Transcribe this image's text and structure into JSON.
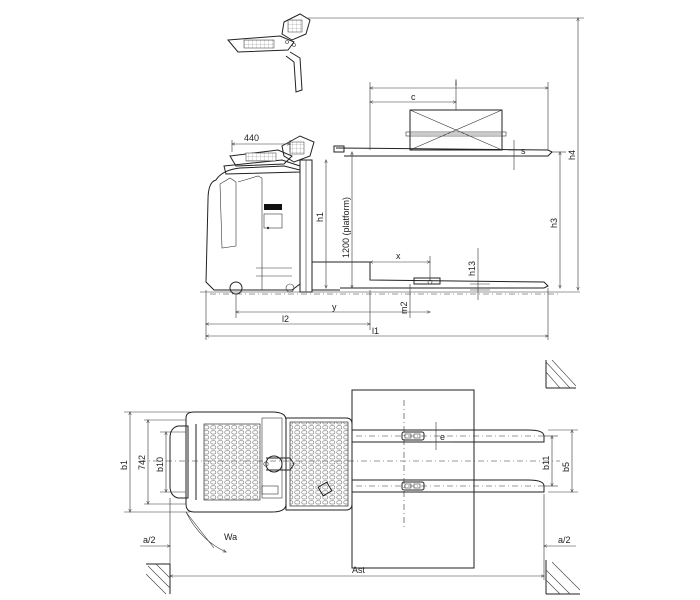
{
  "labels": {
    "dim_440": "440",
    "dim_c": "c",
    "dim_l": "l",
    "dim_s": "s",
    "dim_h4": "h4",
    "dim_h3": "h3",
    "dim_h1": "h1",
    "dim_platform": "1200 (platform)",
    "dim_x": "x",
    "dim_h13": "h13",
    "dim_m2": "m2",
    "dim_y": "y",
    "dim_l2": "l2",
    "dim_l1": "l1",
    "dim_b1": "b1",
    "dim_742": "742",
    "dim_b10": "b10",
    "dim_e": "e",
    "dim_b11": "b11",
    "dim_b5": "b5",
    "dim_wa": "Wa",
    "dim_a2_left": "a/2",
    "dim_a2_right": "a/2",
    "dim_ast": "Ast"
  }
}
